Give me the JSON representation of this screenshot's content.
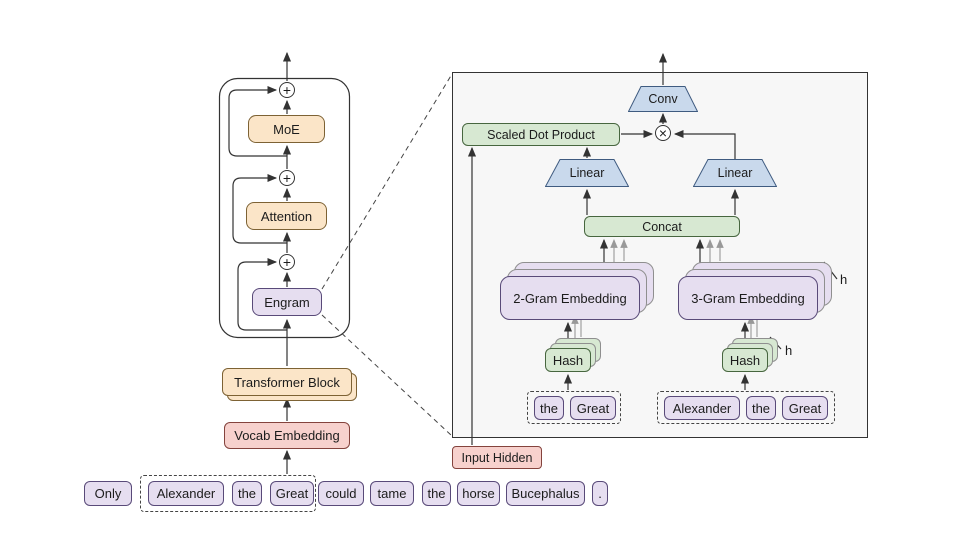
{
  "diagram": {
    "left": {
      "moe": "MoE",
      "attention": "Attention",
      "engram": "Engram",
      "transformer_block": "Transformer Block",
      "vocab_embedding": "Vocab Embedding",
      "tokens": [
        "Only",
        "Alexander",
        "the",
        "Great",
        "could",
        "tame",
        "the",
        "horse",
        "Bucephalus",
        "."
      ]
    },
    "panel": {
      "conv": "Conv",
      "scaled_dot_product": "Scaled Dot Product",
      "linear_left": "Linear",
      "linear_right": "Linear",
      "concat": "Concat",
      "embedding_2gram": "2-Gram Embedding",
      "embedding_3gram": "3-Gram Embedding",
      "hash_left": "Hash",
      "hash_right": "Hash",
      "stack_count_label": "h",
      "input_hidden": "Input Hidden",
      "tokens_2gram": [
        "the",
        "Great"
      ],
      "tokens_3gram": [
        "Alexander",
        "the",
        "Great"
      ]
    },
    "icons": {
      "add": "+",
      "multiply": "×"
    },
    "colors": {
      "purple_fill": "#E6DEF0",
      "purple_stroke": "#594a79",
      "orange_fill": "#FBE5C8",
      "orange_stroke": "#7d6234",
      "pink_fill": "#F7D1CD",
      "pink_stroke": "#84433d",
      "green_fill": "#D7E8D2",
      "green_stroke": "#47663f",
      "blue_fill": "#C9D9EC",
      "blue_stroke": "#3f5b80",
      "line": "#333333",
      "ghost_line": "#999999",
      "panel_bg": "#f7f7f7"
    }
  }
}
